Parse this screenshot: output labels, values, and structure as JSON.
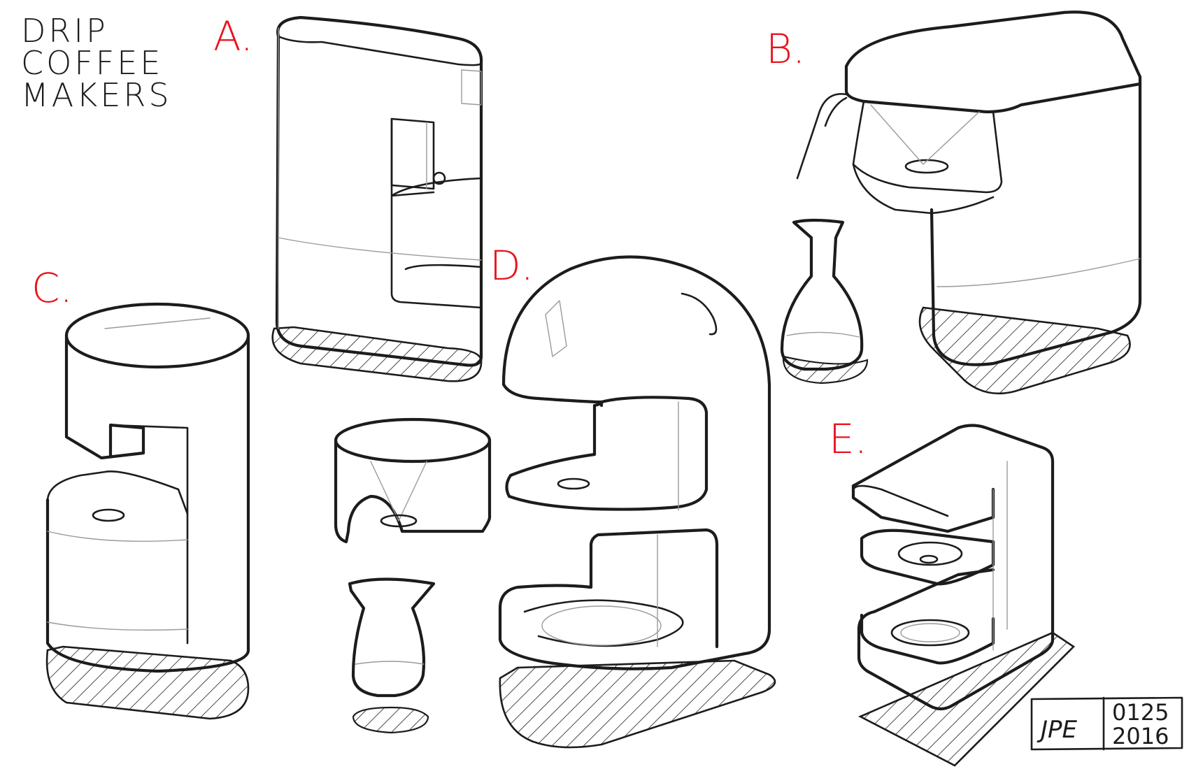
{
  "title": {
    "line1": "DRIP",
    "line2": "COFFEE",
    "line3": "MAKERS"
  },
  "labels": {
    "a": "A.",
    "b": "B.",
    "c": "C.",
    "d": "D.",
    "e": "E."
  },
  "signature": {
    "initials": "JPE",
    "date_line1": "0125",
    "date_line2": "2016"
  },
  "colors": {
    "ink": "#1c1c1c",
    "label_red": "#e8141e",
    "paper": "#ffffff"
  }
}
